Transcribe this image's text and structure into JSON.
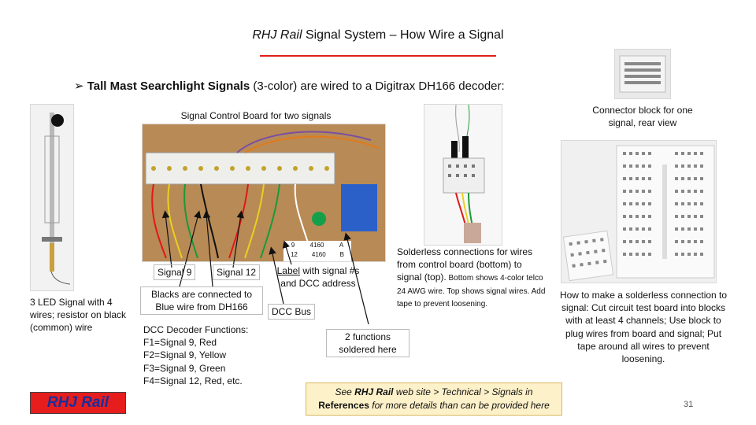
{
  "slide": {
    "title_brand": "RHJ Rail",
    "title_rest": " Signal System – How Wire a Signal",
    "bullet_glyph": "➢",
    "bullet_bold": "Tall Mast Searchlight Signals",
    "bullet_rest": " (3-color) are wired to a Digitrax DH166 decoder:",
    "page_number": "31"
  },
  "captions": {
    "board_title": "Signal Control Board for two signals",
    "connector_title": "Connector block for one signal, rear view",
    "led_signal": "3 LED Signal with 4 wires; resistor on black (common) wire",
    "signal9": "Signal 9",
    "signal12": "Signal 12",
    "label_word": "Label",
    "label_rest": " with signal #s and DCC address",
    "blacks": "Blacks are connected to Blue wire from DH166",
    "dcc_bus": "DCC Bus",
    "functions_heading": "DCC Decoder Functions:",
    "functions": [
      "F1=Signal 9, Red",
      "F2=Signal 9, Yellow",
      "F3=Signal 9, Green",
      "F4=Signal 12, Red,  etc."
    ],
    "soldered": "2 functions soldered here",
    "solderless_main": "Solderless connections for wires from control board (bottom) to signal (top).",
    "solderless_small": " Bottom shows 4-color telco 24 AWG wire.  Top shows signal wires. Add tape to prevent loosening.",
    "howto": "How to make a solderless connection to signal:  Cut circuit test board into blocks with at least 4 channels;  Use block to plug wires from board and signal;  Put tape around all wires  to prevent loosening."
  },
  "board_label": {
    "row1": [
      "9",
      "4160",
      "A"
    ],
    "row2": [
      "12",
      "4160",
      "B"
    ]
  },
  "logo": {
    "text": "RHJ Rail"
  },
  "reference": {
    "pre": "See ",
    "brand": "RHJ Rail",
    "mid": " web site > Technical > Signals in",
    "bold": "References",
    "post": " for more details than can be provided here"
  },
  "colors": {
    "accent_red": "#e0201a",
    "board_wood": "#b88a56",
    "note_fill": "#fdf1c9"
  },
  "icons": {
    "bullet": "arrow-bullet-icon"
  }
}
